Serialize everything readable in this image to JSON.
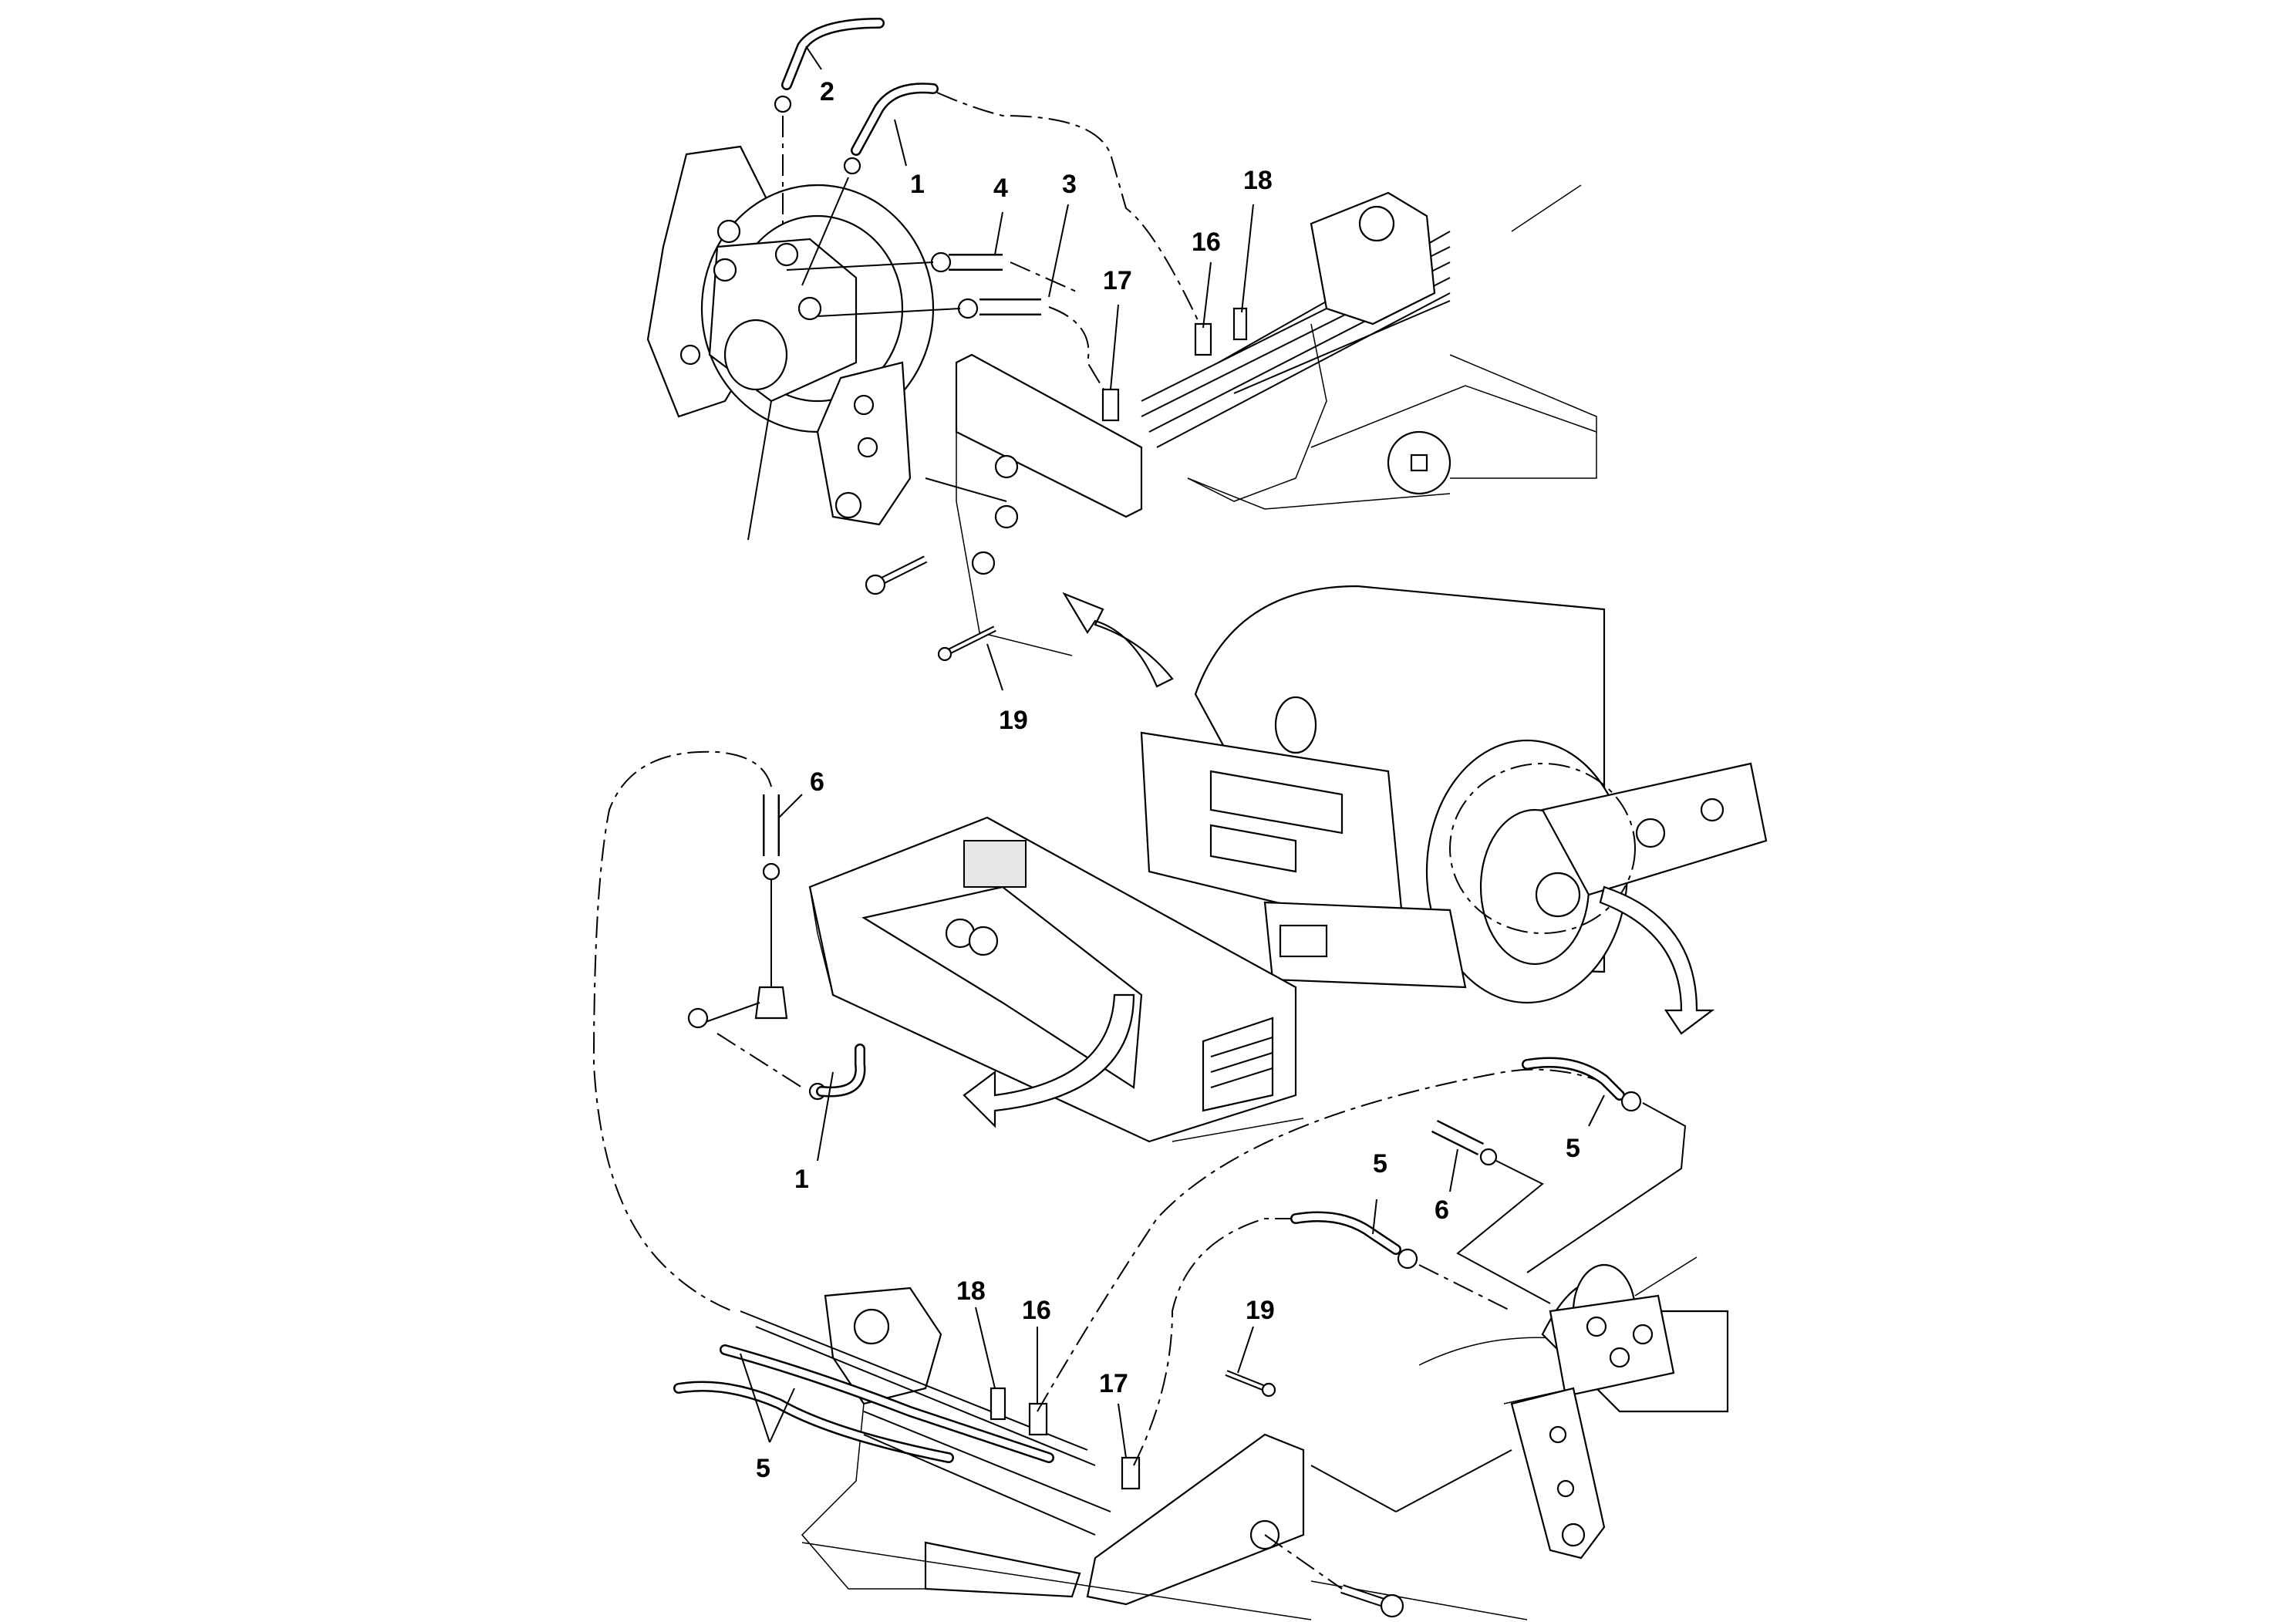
{
  "callouts": {
    "top_2": "2",
    "top_1": "1",
    "top_4": "4",
    "top_3": "3",
    "top_18": "18",
    "top_16": "16",
    "top_17": "17",
    "top_19": "19",
    "mid_6": "6",
    "mid_1": "1",
    "bot_5a": "5",
    "bot_5b": "5",
    "bot_6": "6",
    "bot_18": "18",
    "bot_16": "16",
    "bot_19": "19",
    "bot_17": "17",
    "bot_5c": "5"
  },
  "colors": {
    "line": "#000000",
    "background": "#ffffff",
    "shading": "#bfbfbf"
  }
}
